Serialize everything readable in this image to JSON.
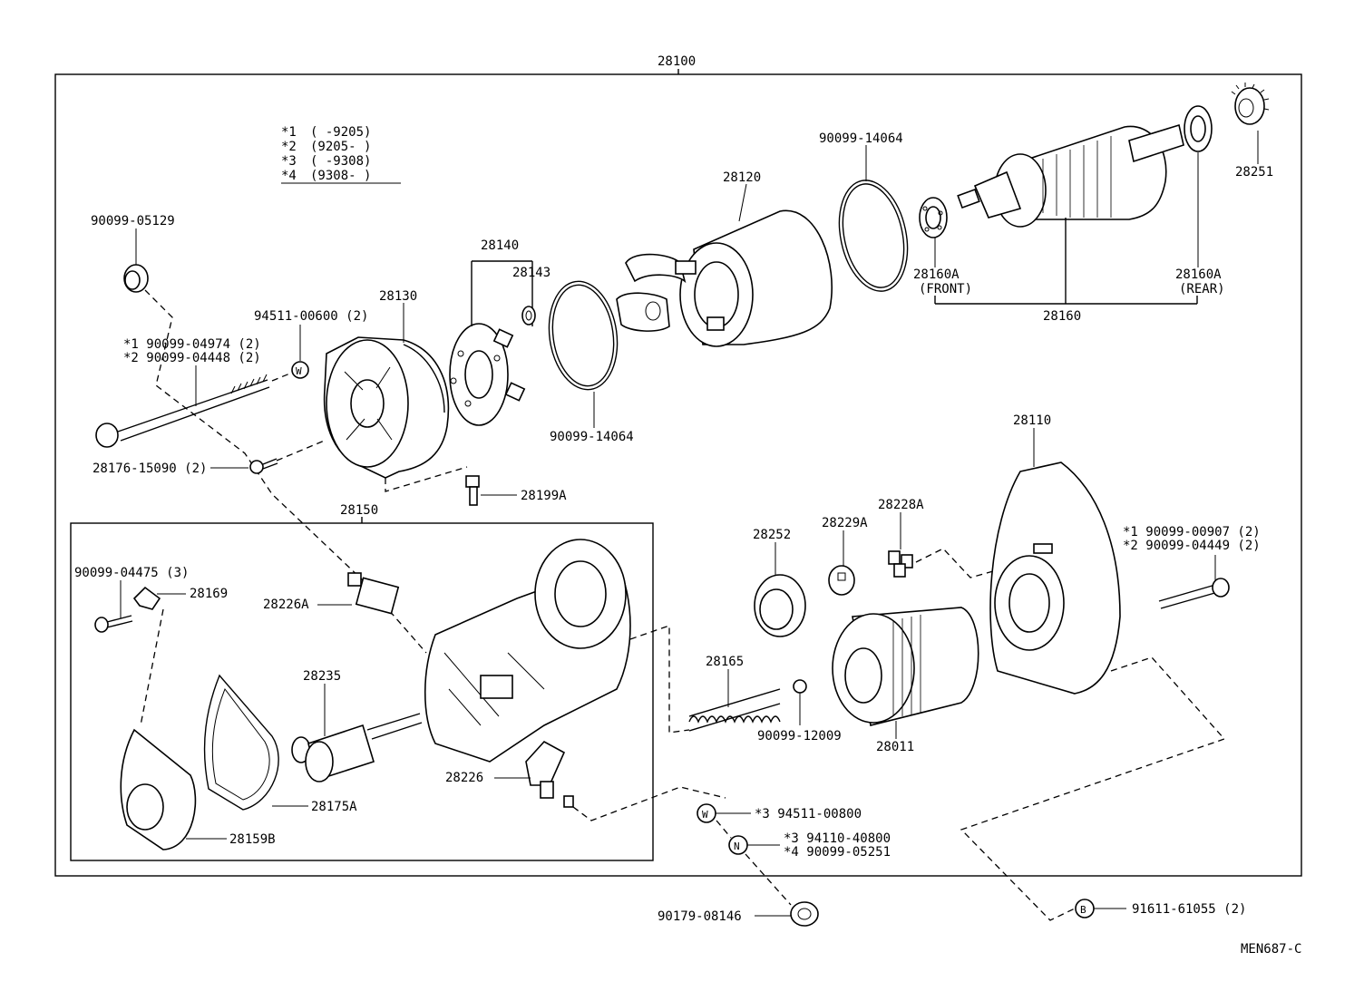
{
  "diagram_code": "MEN687-C",
  "legend": [
    {
      "mark": "*1",
      "range": "(      -9205)"
    },
    {
      "mark": "*2",
      "range": "(9205-      )"
    },
    {
      "mark": "*3",
      "range": "(      -9308)"
    },
    {
      "mark": "*4",
      "range": "(9308-      )"
    }
  ],
  "labels": {
    "p28100": "28100",
    "p90099_05129": "90099-05129",
    "p28130": "28130",
    "p94511_00600": "94511-00600 (2)",
    "p90099_04974": "*1  90099-04974 (2)",
    "p90099_04448": "*2  90099-04448 (2)",
    "p28176": "28176-15090 (2)",
    "p28140": "28140",
    "p28143": "28143",
    "p90099_14064_a": "90099-14064",
    "p90099_14064_b": "90099-14064",
    "p28120": "28120",
    "p28199a": "28199A",
    "p28160a_front": "28160A",
    "front": "(FRONT)",
    "p28160a_rear": "28160A",
    "rear": "(REAR)",
    "p28160": "28160",
    "p28251": "28251",
    "p28110": "28110",
    "p90099_00907": "*1  90099-00907 (2)",
    "p90099_04449": "*2  90099-04449 (2)",
    "p28150": "28150",
    "p90099_04475": "90099-04475 (3)",
    "p28169": "28169",
    "p28226a": "28226A",
    "p28235": "28235",
    "p28226": "28226",
    "p28175a": "28175A",
    "p28159b": "28159B",
    "p28252": "28252",
    "p28229a": "28229A",
    "p28228a": "28228A",
    "p28165": "28165",
    "p90099_12009": "90099-12009",
    "p28011": "28011",
    "p94511_00800": "*3  94511-00800",
    "p94110_40800": "*3  94110-40800",
    "p90099_05251": "*4  90099-05251",
    "p90179_08146": "90179-08146",
    "p91611_61055": "91611-61055 (2)",
    "w_a": "W",
    "w_b": "W",
    "n_a": "N",
    "b_a": "B"
  }
}
